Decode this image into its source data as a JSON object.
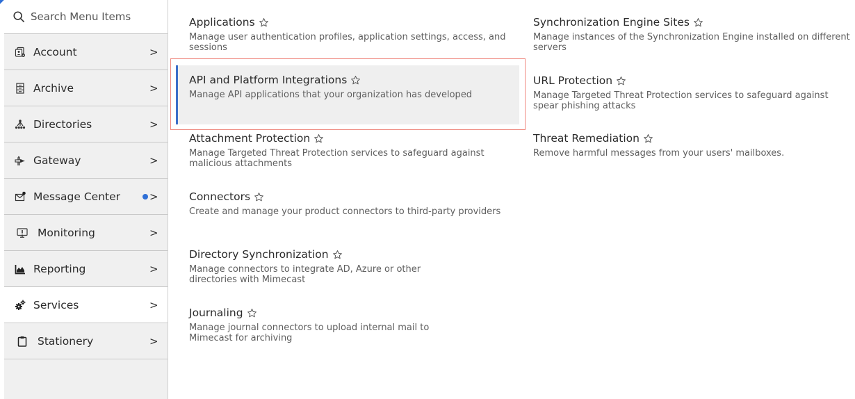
{
  "sidebar": {
    "search": {
      "placeholder": "Search Menu Items",
      "value": ""
    },
    "items": [
      {
        "label": "Account",
        "icon": "account-settings-icon",
        "active": false,
        "badge": false
      },
      {
        "label": "Archive",
        "icon": "archive-cabinet-icon",
        "active": false,
        "badge": false
      },
      {
        "label": "Directories",
        "icon": "directory-tree-icon",
        "active": false,
        "badge": false
      },
      {
        "label": "Gateway",
        "icon": "gateway-icon",
        "active": false,
        "badge": false
      },
      {
        "label": "Message Center",
        "icon": "envelope-notification-icon",
        "active": false,
        "badge": true
      },
      {
        "label": "Monitoring",
        "icon": "monitor-alert-icon",
        "active": false,
        "badge": false
      },
      {
        "label": "Reporting",
        "icon": "area-chart-icon",
        "active": false,
        "badge": false
      },
      {
        "label": "Services",
        "icon": "gears-icon",
        "active": true,
        "badge": false
      },
      {
        "label": "Stationery",
        "icon": "clipboard-icon",
        "active": false,
        "badge": false
      }
    ],
    "chevron": ">",
    "badge_color": "#2f6fd6"
  },
  "services": {
    "left_column": [
      {
        "title": "Applications",
        "description": "Manage user authentication profiles, application settings, access, and sessions"
      },
      {
        "title": "API and Platform Integrations",
        "description": "Manage API applications that your organization has developed",
        "highlighted": true
      },
      {
        "title": "Attachment Protection",
        "description": "Manage Targeted Threat Protection services to safeguard against malicious attachments"
      },
      {
        "title": "Connectors",
        "description": "Create and manage your product connectors to third-party providers"
      },
      {
        "title": "Directory Synchronization",
        "description": "Manage connectors to integrate AD, Azure or other directories with Mimecast"
      },
      {
        "title": "Journaling",
        "description": "Manage journal connectors to upload internal mail to Mimecast for archiving"
      }
    ],
    "right_column": [
      {
        "title": "Synchronization Engine Sites",
        "description": "Manage instances of the Synchronization Engine installed on different servers"
      },
      {
        "title": "URL Protection",
        "description": "Manage Targeted Threat Protection services to safeguard against spear phishing attacks"
      },
      {
        "title": "Threat Remediation",
        "description": "Remove harmful messages from your users' mailboxes."
      }
    ]
  },
  "colors": {
    "highlight_border": "#ef8a80",
    "selected_accent": "#3b6fc9",
    "sidebar_bg": "#f0f0f0"
  }
}
